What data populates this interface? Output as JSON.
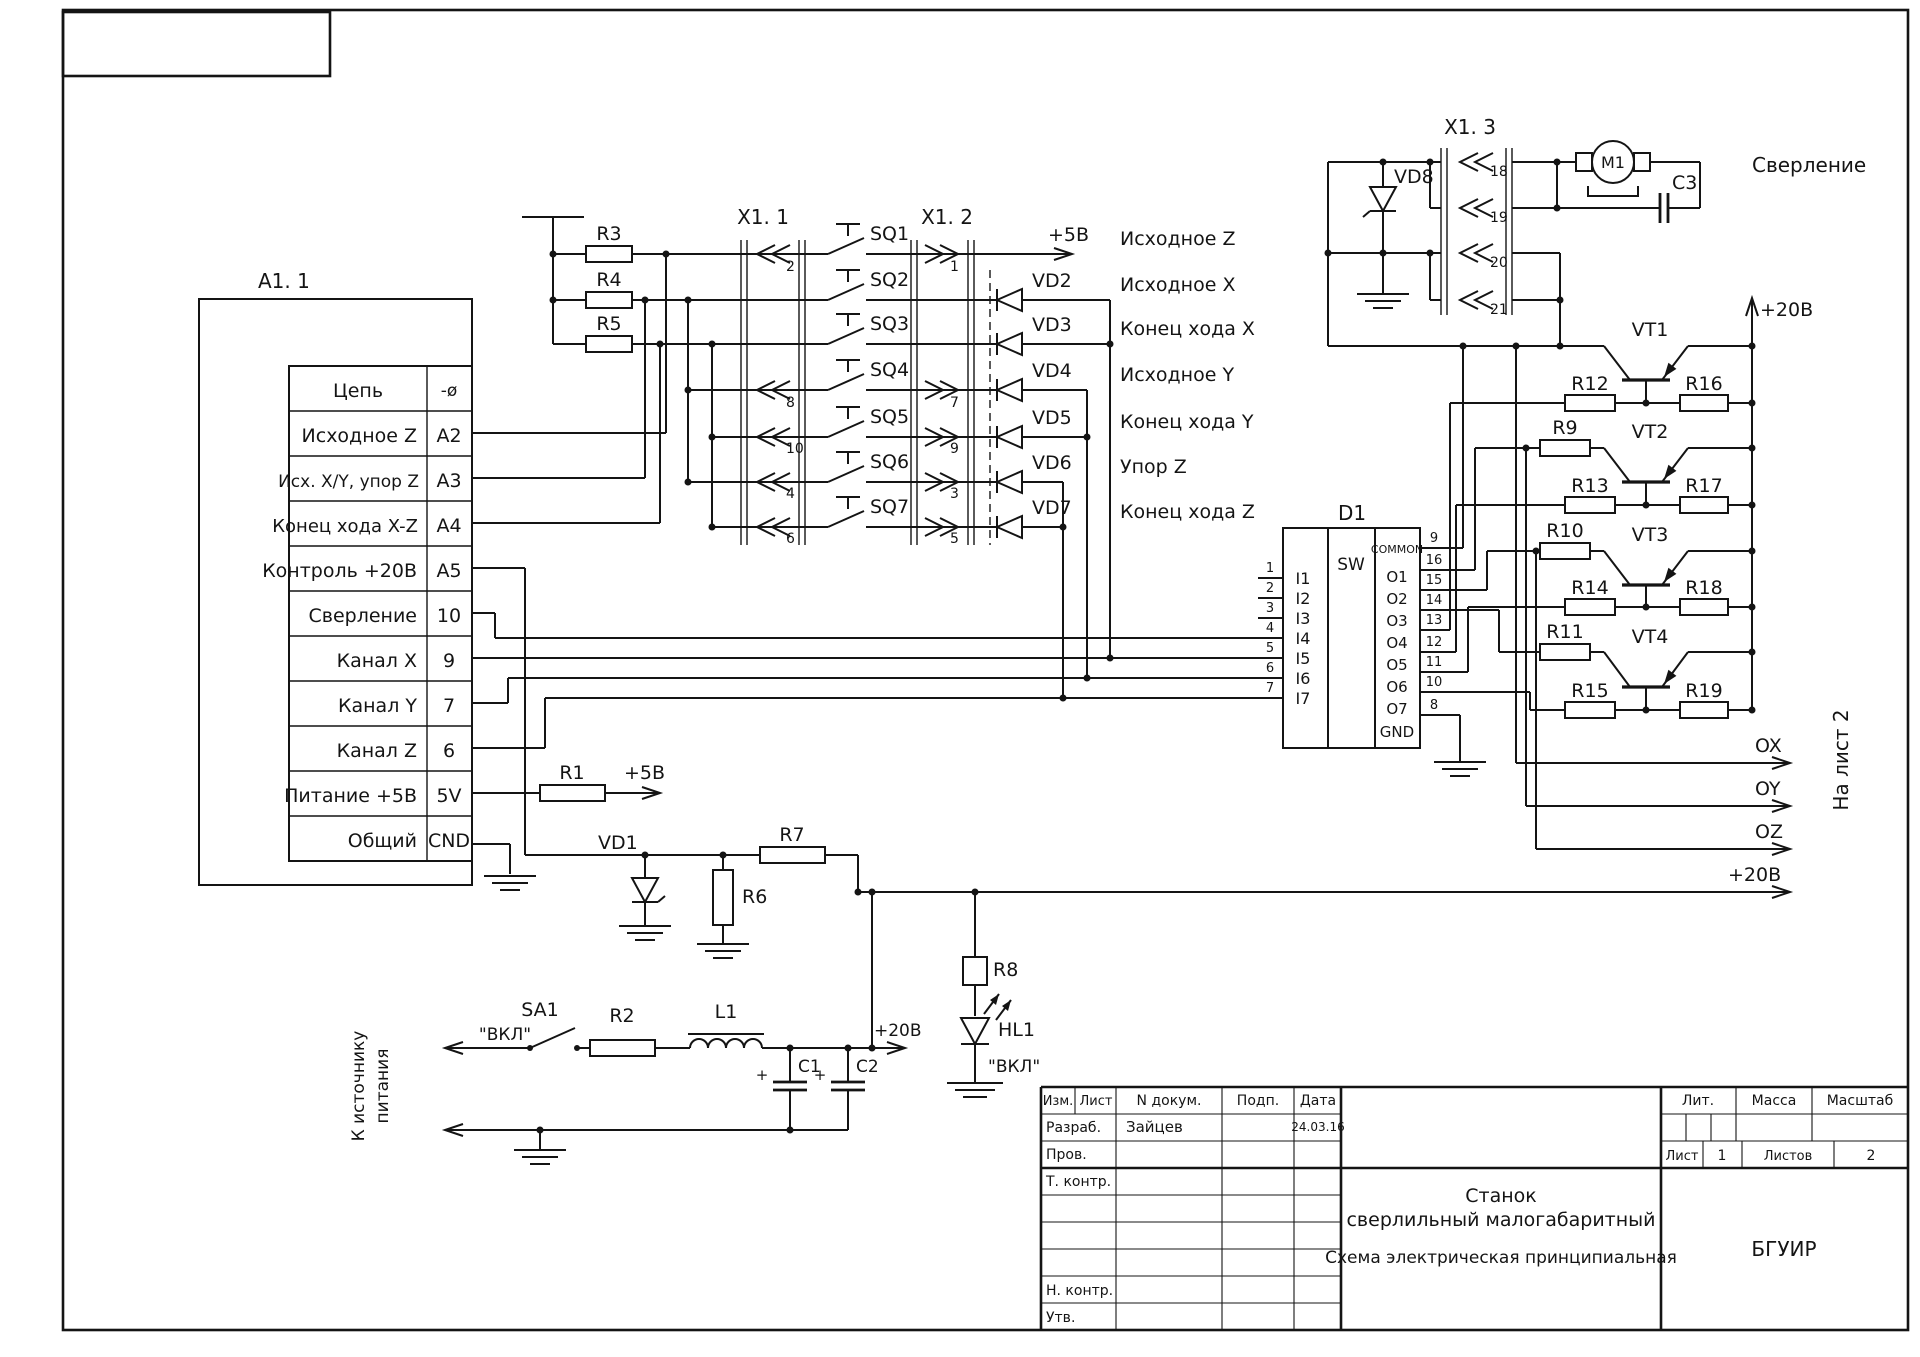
{
  "a11": {
    "ref": "A1. 1",
    "table": {
      "col_circuit": "Цепь",
      "col_contact": "-ø",
      "rows": [
        {
          "circuit": "Исходное Z",
          "contact": "A2"
        },
        {
          "circuit": "Исх. X/Y, упор Z",
          "contact": "A3"
        },
        {
          "circuit": "Конец хода X-Z",
          "contact": "A4"
        },
        {
          "circuit": "Контроль +20В",
          "contact": "A5"
        },
        {
          "circuit": "Сверление",
          "contact": "10"
        },
        {
          "circuit": "Канал X",
          "contact": "9"
        },
        {
          "circuit": "Канал Y",
          "contact": "7"
        },
        {
          "circuit": "Канал Z",
          "contact": "6"
        },
        {
          "circuit": "Питание +5В",
          "contact": "5V"
        },
        {
          "circuit": "Общий",
          "contact": "CND"
        }
      ]
    }
  },
  "resistors": {
    "r1": "R1",
    "r2": "R2",
    "r3": "R3",
    "r4": "R4",
    "r5": "R5",
    "r6": "R6",
    "r7": "R7",
    "r8": "R8",
    "r9": "R9",
    "r10": "R10",
    "r11": "R11",
    "r12": "R12",
    "r13": "R13",
    "r14": "R14",
    "r15": "R15",
    "r16": "R16",
    "r17": "R17",
    "r18": "R18",
    "r19": "R19"
  },
  "connectors": {
    "x11": {
      "ref": "X1. 1",
      "pins": [
        "2",
        "8",
        "10",
        "4",
        "6"
      ]
    },
    "x12": {
      "ref": "X1. 2",
      "pins": [
        "1",
        "7",
        "9",
        "3",
        "5"
      ]
    },
    "x13": {
      "ref": "X1. 3",
      "pins": [
        "18",
        "19",
        "20",
        "21"
      ]
    }
  },
  "switches": {
    "sq1": "SQ1",
    "sq2": "SQ2",
    "sq3": "SQ3",
    "sq4": "SQ4",
    "sq5": "SQ5",
    "sq6": "SQ6",
    "sq7": "SQ7",
    "sa1": "SA1",
    "sa1_mode": "\"ВКЛ\""
  },
  "diodes": {
    "vd1": "VD1",
    "vd2": "VD2",
    "vd3": "VD3",
    "vd4": "VD4",
    "vd5": "VD5",
    "vd6": "VD6",
    "vd7": "VD7",
    "vd8": "VD8"
  },
  "signals": [
    "Исходное Z",
    "Исходное X",
    "Конец хода X",
    "Исходное Y",
    "Конец хода Y",
    "Упор Z",
    "Конец хода Z"
  ],
  "chip": {
    "ref": "D1",
    "func": "SW",
    "in_pins": [
      "1",
      "2",
      "3",
      "4",
      "5",
      "6",
      "7"
    ],
    "in_names": [
      "I1",
      "I2",
      "I3",
      "I4",
      "I5",
      "I6",
      "I7"
    ],
    "out_pins": [
      "9",
      "16",
      "15",
      "14",
      "13",
      "12",
      "11",
      "10",
      "8"
    ],
    "out_names": [
      "COMMON",
      "O1",
      "O2",
      "O3",
      "O4",
      "O5",
      "O6",
      "O7",
      "GND"
    ]
  },
  "transistors": {
    "vt1": "VT1",
    "vt2": "VT2",
    "vt3": "VT3",
    "vt4": "VT4"
  },
  "motor_unit": {
    "m1": "M1",
    "c3": "C3",
    "caption": "Сверление"
  },
  "passives": {
    "l1": "L1",
    "c1": "C1",
    "c2": "C2",
    "hl1": "HL1",
    "hl1_mode": "\"ВКЛ\"",
    "polarity": "+"
  },
  "nets": {
    "plus5_top": "+5В",
    "plus5_r1": "+5В",
    "plus20_rail": "+20В",
    "plus20_tap": "+20В",
    "plus20_out": "+20В",
    "out_x": "OX",
    "out_y": "OY",
    "out_z": "OZ",
    "to_sheet2": "На лист 2",
    "source_line1": "К источнику",
    "source_line2": "питания"
  },
  "titleblock": {
    "izm": "Изм.",
    "list_col": "Лист",
    "ndoc": "N докум.",
    "podp": "Подп.",
    "data": "Дата",
    "razrab": "Разраб.",
    "razrab_name": "Зайцев",
    "date": "24.03.16",
    "prov": "Пров.",
    "tkontr": "Т. контр.",
    "nkontr": "Н. контр.",
    "utv": "Утв.",
    "lit": "Лит.",
    "massa": "Масса",
    "masshtab": "Масштаб",
    "sheet_label": "Лист",
    "sheet_num": "1",
    "sheets_label": "Листов",
    "sheets_num": "2",
    "org": "БГУИР",
    "product1": "Станок",
    "product2": "сверлильный малогабаритный",
    "doc_type": "Схема электрическая принципиальная"
  }
}
